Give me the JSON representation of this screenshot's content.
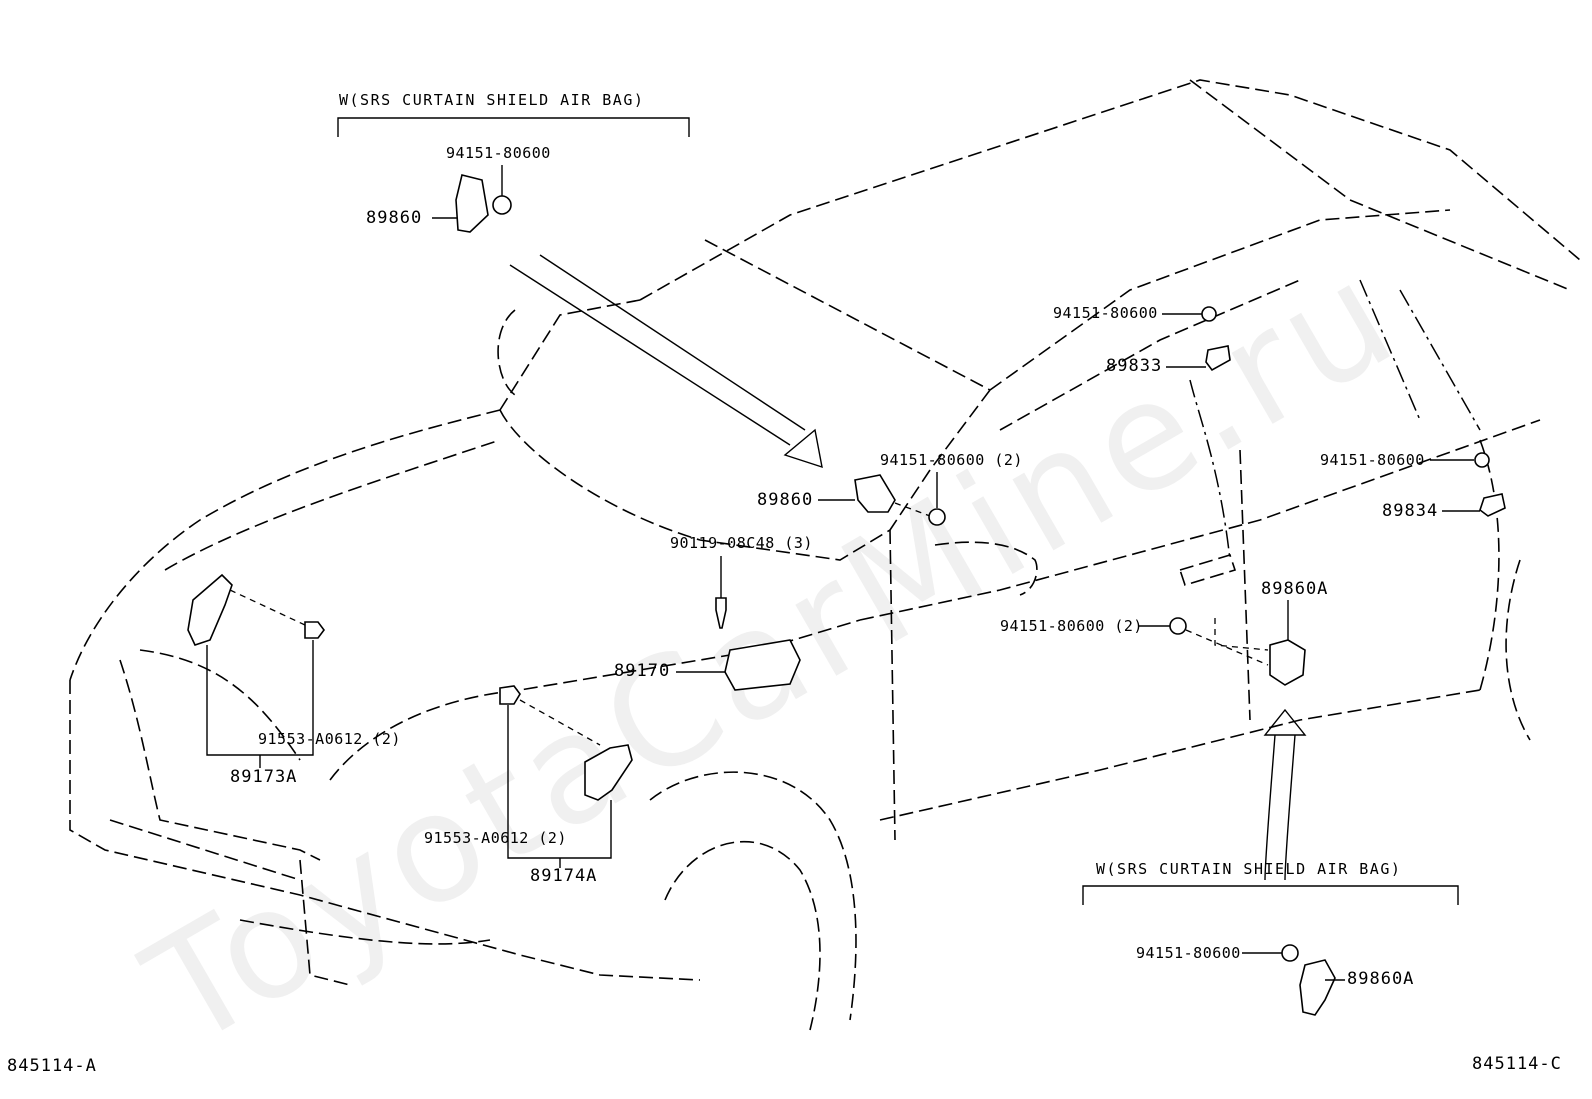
{
  "watermark": "ToyotaCarMine.ru",
  "headers": [
    {
      "id": "top",
      "text": "W(SRS CURTAIN SHIELD AIR BAG)"
    },
    {
      "id": "bottom",
      "text": "W(SRS CURTAIN SHIELD AIR BAG)"
    }
  ],
  "labels": {
    "l1": "94151-80600",
    "l2": "89860",
    "l3": "94151-80600",
    "l4": "89833",
    "l5": "94151-80600 (2)",
    "l6": "89860",
    "l7": "94151-80600",
    "l8": "89834",
    "l9": "90119-08C48 (3)",
    "l10": "89860A",
    "l11": "94151-80600 (2)",
    "l12": "89170",
    "l13": "91553-A0612 (2)",
    "l14": "89173A",
    "l15": "91553-A0612 (2)",
    "l16": "89174A",
    "l17": "94151-80600",
    "l18": "89860A"
  },
  "footer": {
    "left_code": "845114-A",
    "right_code": "845114-C"
  }
}
